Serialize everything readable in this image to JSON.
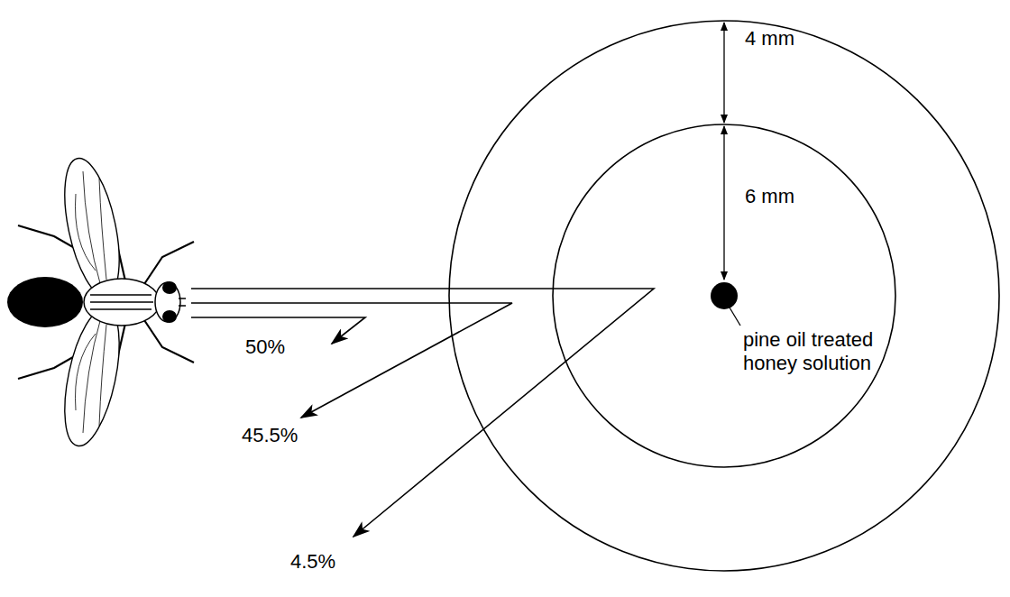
{
  "diagram": {
    "labels": [
      "4 mm",
      "6 mm",
      "pine oil treated honey solution",
      "50%",
      "45.5%",
      "4.5%"
    ]
  }
}
